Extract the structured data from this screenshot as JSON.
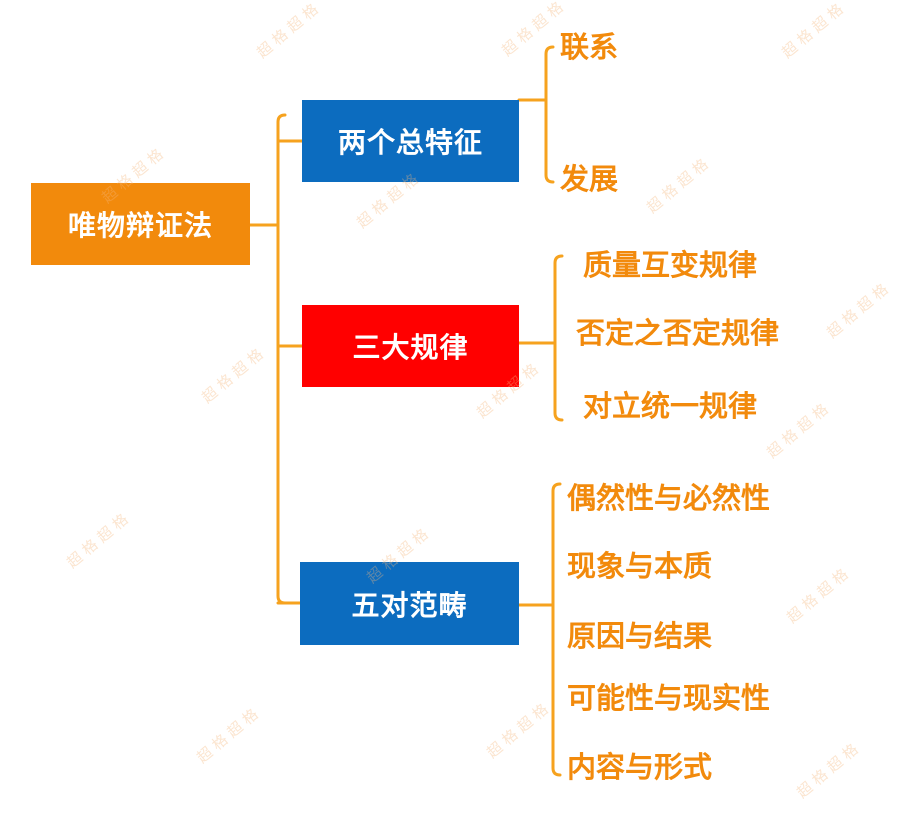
{
  "colors": {
    "orange": "#f28a0c",
    "blue": "#0c6cbf",
    "red": "#ff0000",
    "line": "#f6a21e"
  },
  "root": {
    "label": "唯物辩证法"
  },
  "branches": [
    {
      "label": "两个总特征",
      "leaves": [
        "联系",
        "发展"
      ]
    },
    {
      "label": "三大规律",
      "leaves": [
        "质量互变规律",
        "否定之否定规律",
        "对立统一规律"
      ]
    },
    {
      "label": "五对范畴",
      "leaves": [
        "偶然性与必然性",
        "现象与本质",
        "原因与结果",
        "可能性与现实性",
        "内容与形式"
      ]
    }
  ],
  "watermark": {
    "text": "超 格 超 格"
  }
}
